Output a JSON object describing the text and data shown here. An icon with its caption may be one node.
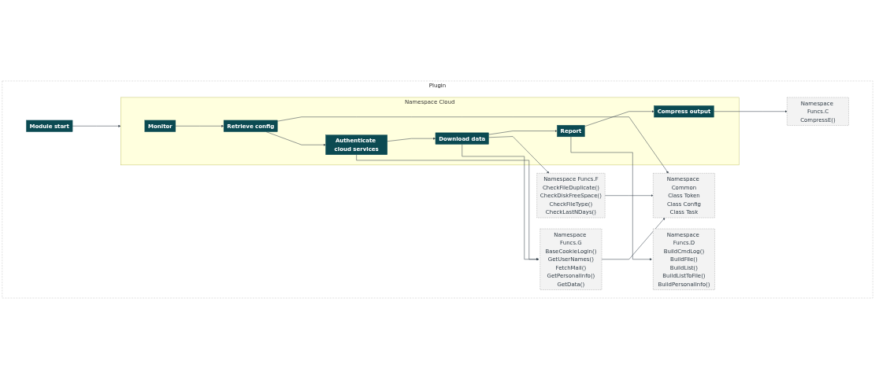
{
  "diagram": {
    "nodes": [
      {
        "text": [
          "Plugin"
        ]
      },
      {
        "text": [
          "Module start"
        ],
        "in": 0
      },
      {
        "text": [
          "Namespace Cloud"
        ],
        "in": 0
      },
      {
        "text": [
          "Monitor"
        ],
        "in": 2
      },
      {
        "text": [
          "Retrieve config"
        ],
        "in": 2
      },
      {
        "text": [
          "Authenticate cloud services"
        ],
        "in": 2
      },
      {
        "text": [
          "Download data"
        ],
        "in": 2
      },
      {
        "text": [
          "Report"
        ],
        "in": 2
      },
      {
        "text": [
          "Compress output"
        ],
        "in": 2
      },
      {
        "text": [
          "Namespace Common",
          "Class Token",
          "Class Config",
          "Class Task"
        ],
        "in": 0
      },
      {
        "text": [
          "Namespace Funcs.G",
          "BaseCookieLogin()",
          "GetUserNames()",
          "FetchMail()",
          "GetPersonalInfo()",
          "GetData()"
        ],
        "in": 0
      },
      {
        "text": [
          "Namespace Funcs.F",
          "CheckFileDuplicate()",
          "CheckDiskFreeSpace()",
          "CheckFileType()",
          "CheckLastNDays()"
        ],
        "in": 0
      },
      {
        "text": [
          "Namespace Funcs.D",
          "BuildCmdLog()",
          "BuildFile()",
          "BuildList()",
          "BuildListToFile()",
          "BuildPersonalInfo()"
        ],
        "in": 0
      },
      {
        "text": [
          "Namespace Funcs.C",
          "CompressE()"
        ],
        "in": 0
      }
    ],
    "edges": [
      {
        "from": 1,
        "to": 2,
        "arrow": "to"
      },
      {
        "from": 3,
        "to": 4,
        "arrow": "to"
      },
      {
        "from": 4,
        "to": 5,
        "arrow": "to"
      },
      {
        "from": 5,
        "to": 6,
        "arrow": "to"
      },
      {
        "from": 6,
        "to": 7,
        "arrow": "to"
      },
      {
        "from": 7,
        "to": 8,
        "arrow": "to"
      },
      {
        "from": 4,
        "to": 9,
        "arrow": "to"
      },
      {
        "from": 5,
        "to": 10,
        "arrow": "to"
      },
      {
        "from": 6,
        "to": 10,
        "arrow": "to"
      },
      {
        "from": 6,
        "to": 11,
        "arrow": "to"
      },
      {
        "from": 7,
        "to": 12,
        "arrow": "to"
      },
      {
        "from": 8,
        "to": 13,
        "arrow": "to"
      },
      {
        "from": 10,
        "to": 9,
        "arrow": "to"
      },
      {
        "from": 11,
        "to": 9,
        "arrow": "to"
      }
    ]
  }
}
